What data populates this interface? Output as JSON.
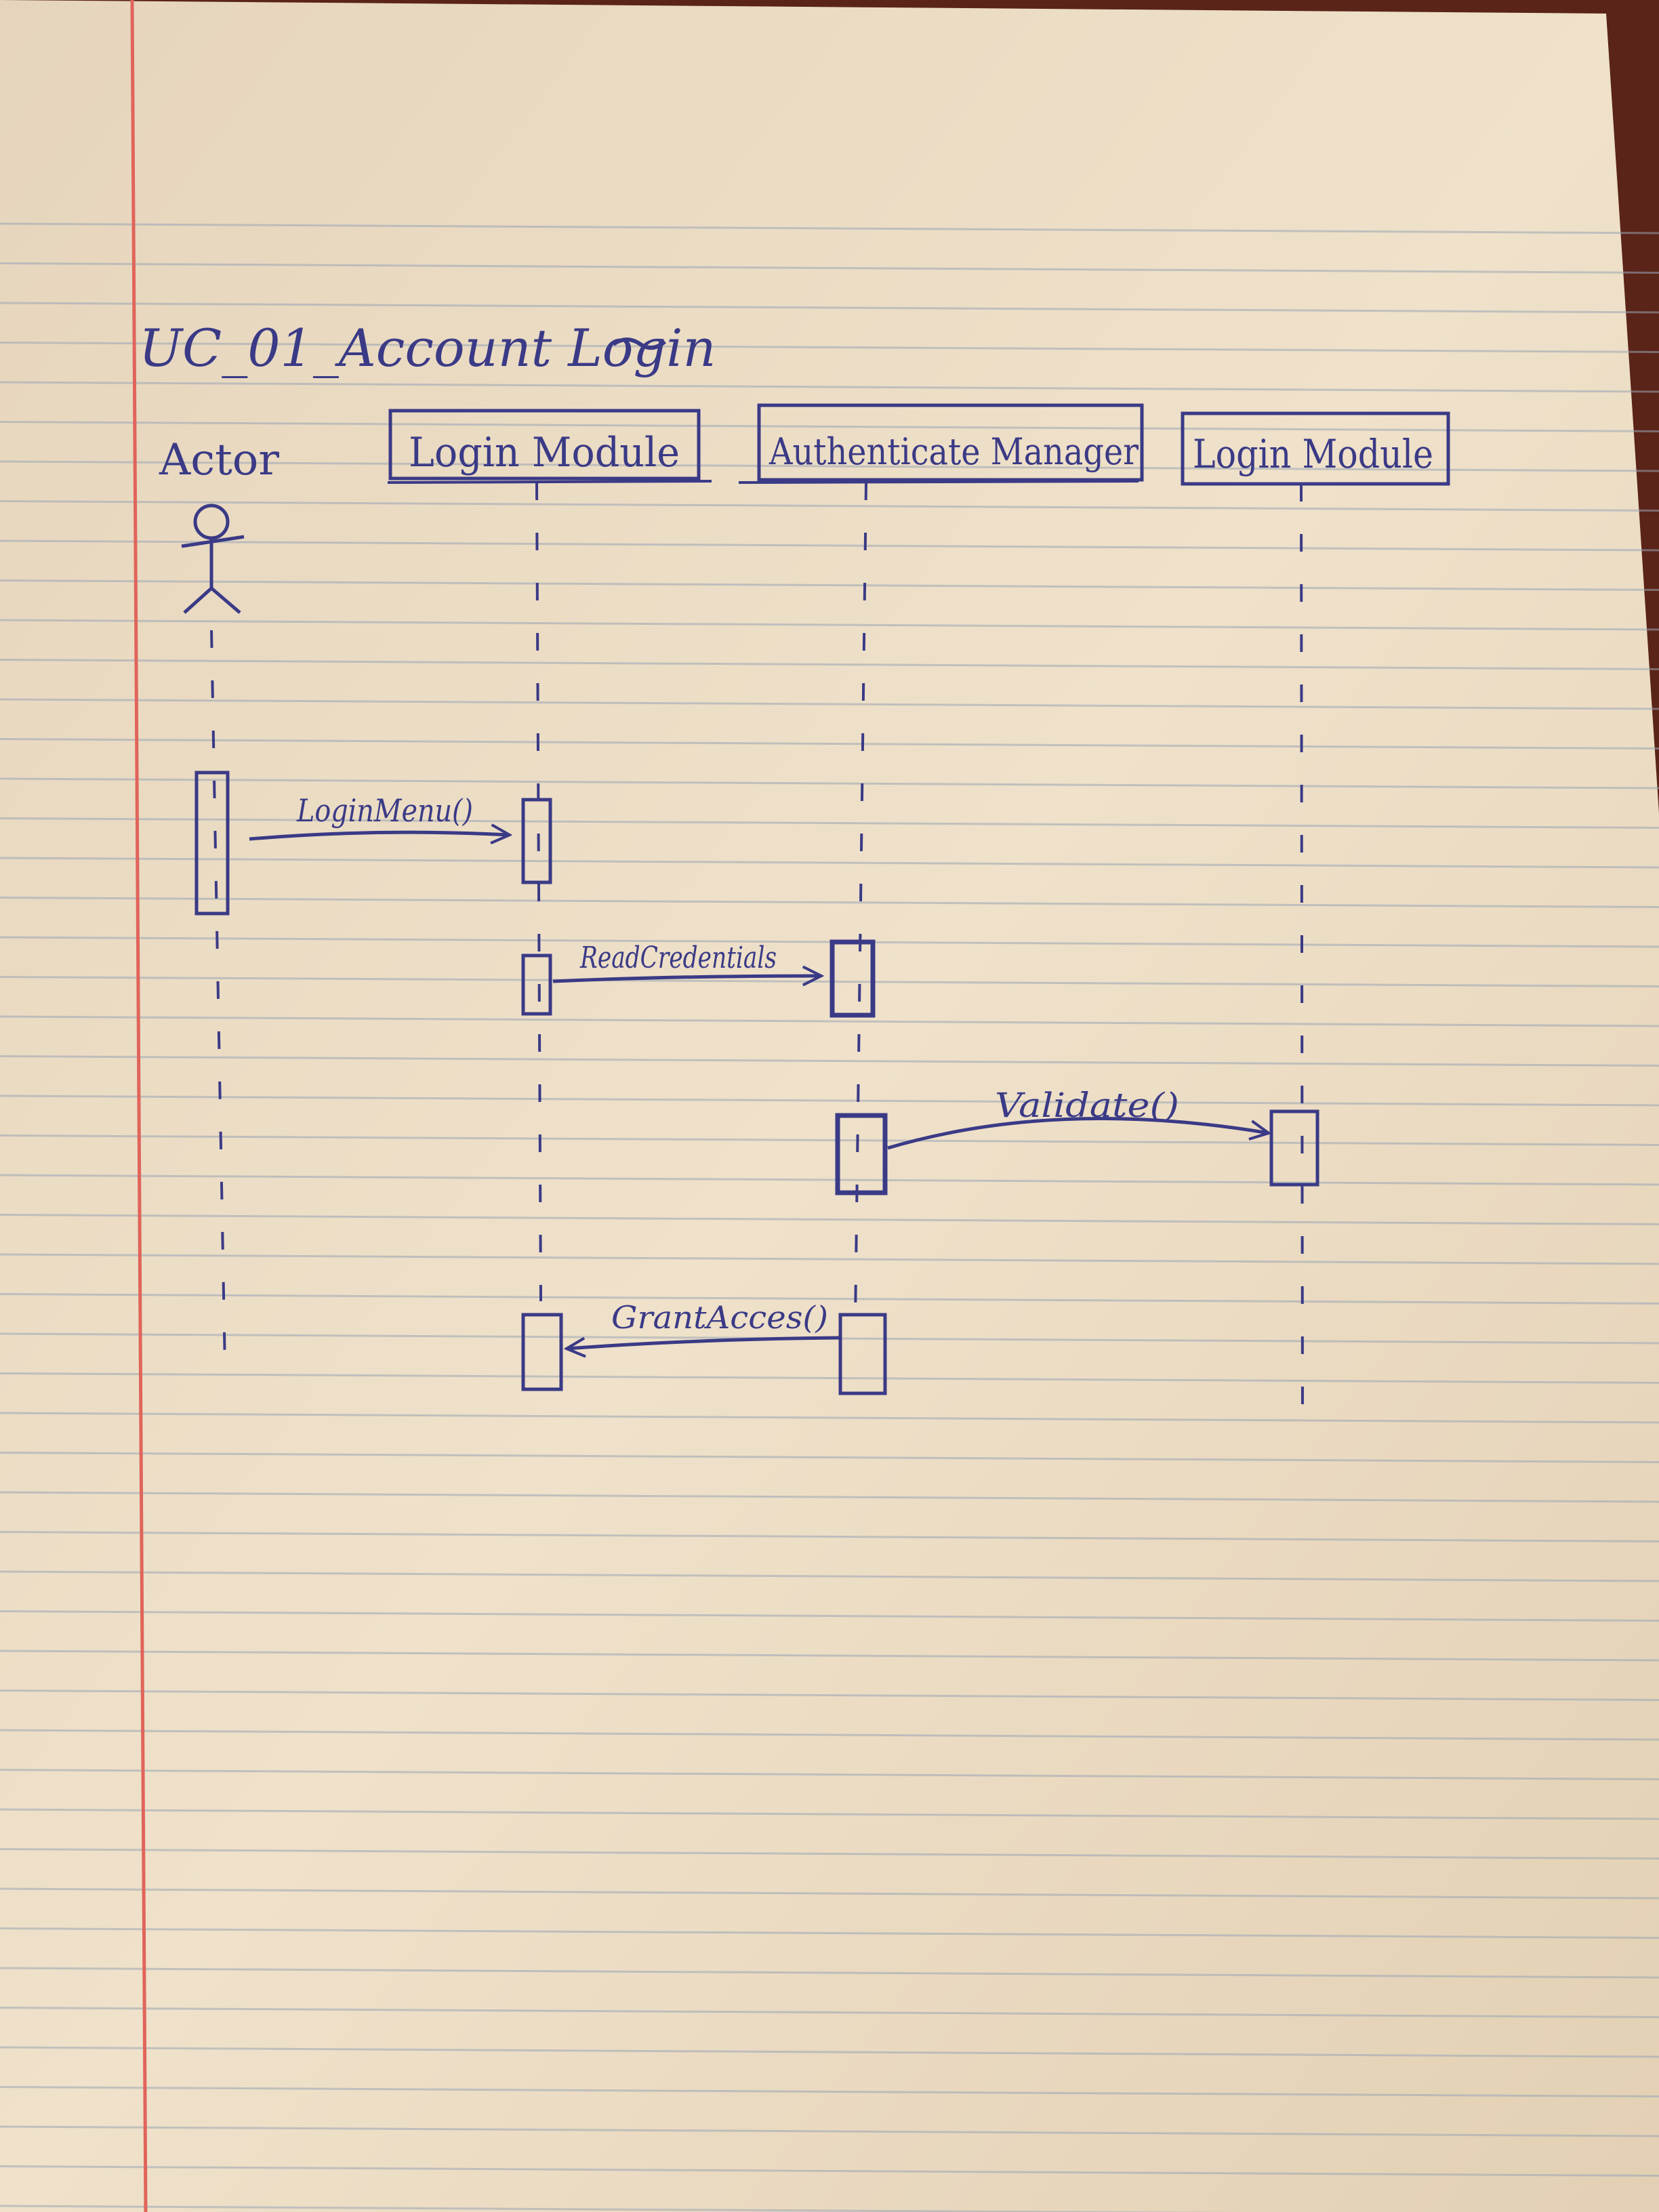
{
  "title": "UC_01_Account Login",
  "participants": [
    {
      "id": "actor",
      "label": "Actor",
      "kind": "actor"
    },
    {
      "id": "login1",
      "label": "Login Module",
      "kind": "object"
    },
    {
      "id": "auth",
      "label": "Authenticate Manager",
      "kind": "object"
    },
    {
      "id": "login2",
      "label": "Login Module",
      "kind": "object"
    }
  ],
  "messages": [
    {
      "label": "LoginMenu()",
      "from": "actor",
      "to": "login1"
    },
    {
      "label": "ReadCredentials",
      "from": "login1",
      "to": "auth"
    },
    {
      "label": "Validate()",
      "from": "auth",
      "to": "login2"
    },
    {
      "label": "GrantAcces()",
      "from": "auth",
      "to": "login1"
    }
  ],
  "colors": {
    "paper": "#ebdcc4",
    "rule_line": "#9aa6b4",
    "margin_line": "#e0645a",
    "ink": "#3a3a86",
    "background": "#5a2418"
  }
}
